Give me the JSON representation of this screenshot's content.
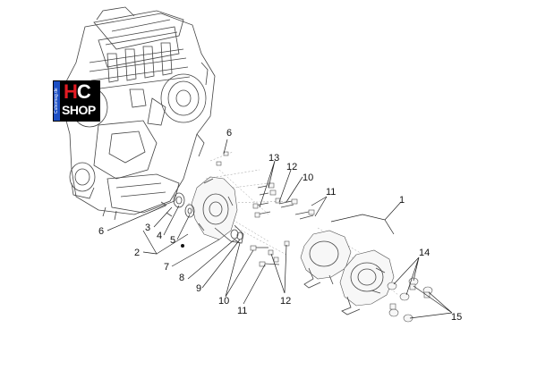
{
  "logo": {
    "side_text": "Cubomag.de",
    "main_text_h": "H",
    "main_text_c": "C",
    "sub_text": "SHOP"
  },
  "callouts": [
    {
      "id": "c1",
      "text": "1"
    },
    {
      "id": "c2",
      "text": "2"
    },
    {
      "id": "c3",
      "text": "3"
    },
    {
      "id": "c4",
      "text": "4"
    },
    {
      "id": "c5",
      "text": "5"
    },
    {
      "id": "c6a",
      "text": "6"
    },
    {
      "id": "c6b",
      "text": "6"
    },
    {
      "id": "c7",
      "text": "7"
    },
    {
      "id": "c8",
      "text": "8"
    },
    {
      "id": "c9",
      "text": "9"
    },
    {
      "id": "c10a",
      "text": "10"
    },
    {
      "id": "c10b",
      "text": "10"
    },
    {
      "id": "c11a",
      "text": "11"
    },
    {
      "id": "c11b",
      "text": "11"
    },
    {
      "id": "c12a",
      "text": "12"
    },
    {
      "id": "c12b",
      "text": "12"
    },
    {
      "id": "c13",
      "text": "13"
    },
    {
      "id": "c14",
      "text": "14"
    },
    {
      "id": "c15",
      "text": "15"
    }
  ],
  "colors": {
    "logo_blue": "#1d4fc4",
    "logo_red": "#e31b23",
    "line": "#222222"
  }
}
